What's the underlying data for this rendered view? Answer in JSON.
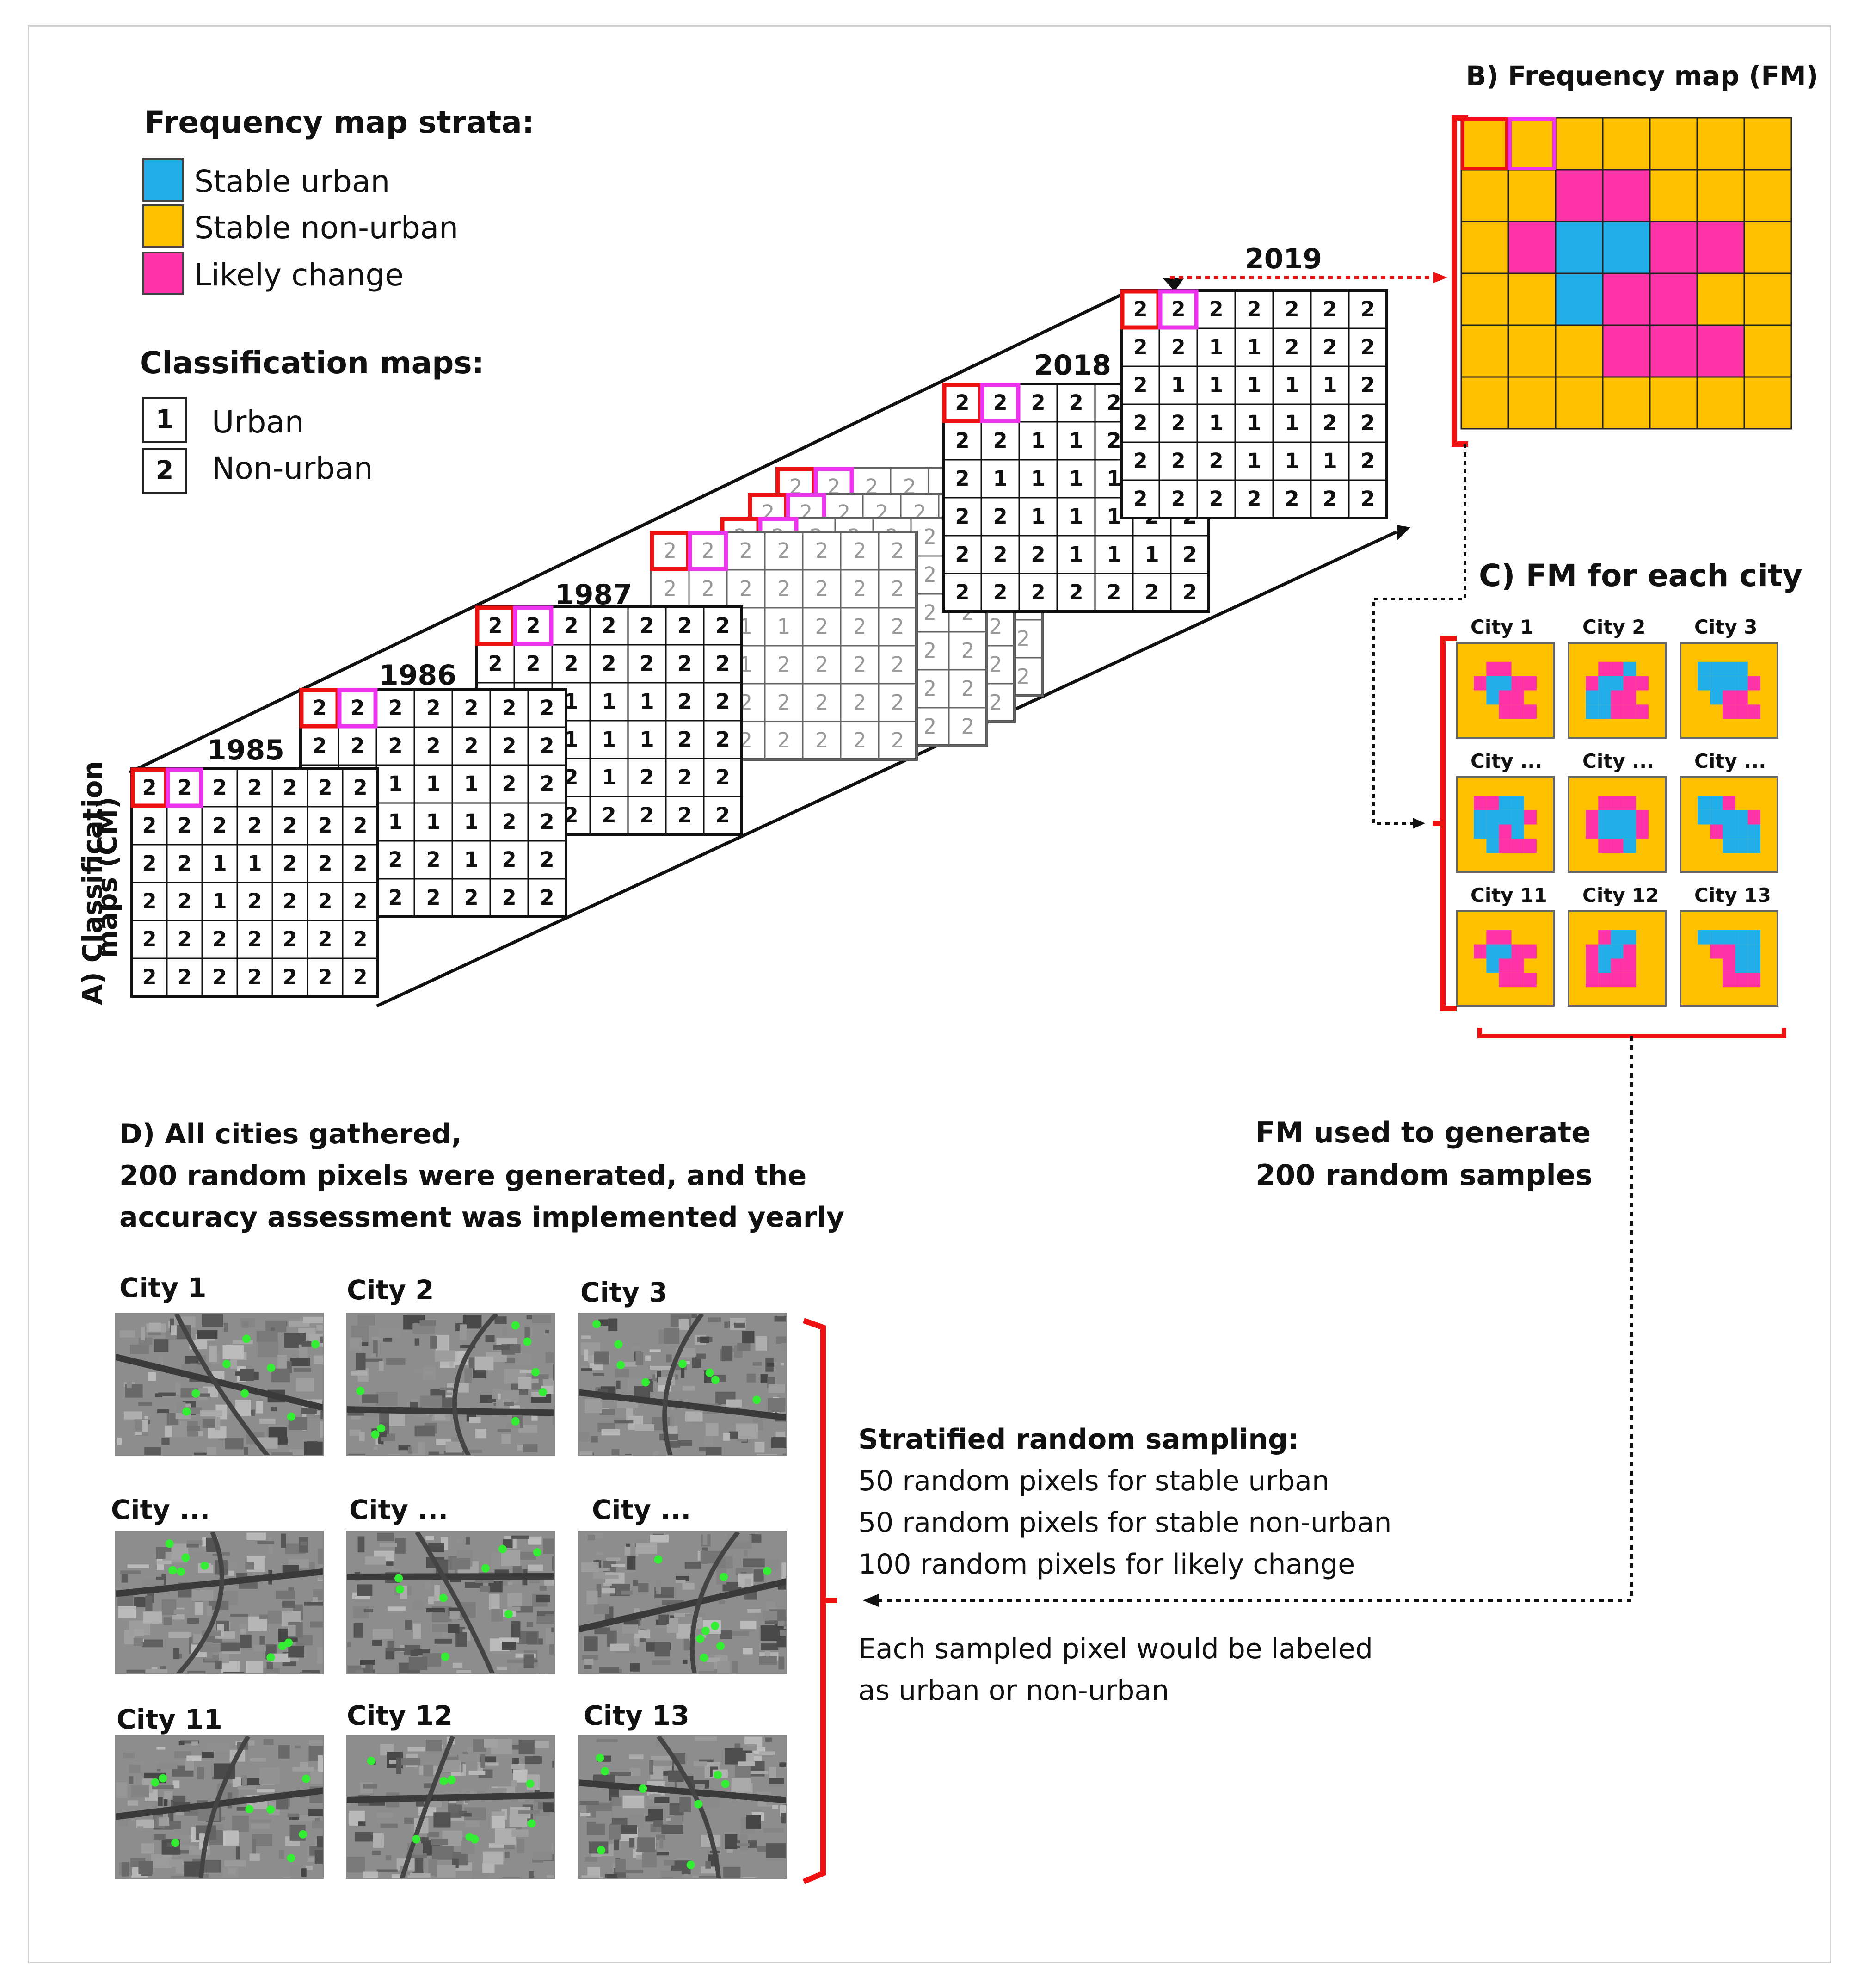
{
  "legend": {
    "strata_title": "Frequency map strata:",
    "strata": [
      {
        "label": "Stable urban",
        "color": "#22aee8"
      },
      {
        "label": "Stable non-urban",
        "color": "#ffc000"
      },
      {
        "label": "Likely change",
        "color": "#ff33a8"
      }
    ],
    "cm_title": "Classification maps:",
    "cm_keys": [
      {
        "value": "1",
        "label": "Urban"
      },
      {
        "value": "2",
        "label": "Non-urban"
      }
    ]
  },
  "panel_a": {
    "label_line1": "A) Classification",
    "label_line2": "maps (CM)",
    "years": [
      "1985",
      "1986",
      "1987",
      "2018",
      "2019"
    ]
  },
  "panel_b": {
    "title": "B) Frequency map (FM)",
    "grid": [
      "YYYYYYY",
      "YYPPYYY",
      "YPBBPPY",
      "YYBPPYY",
      "YYYPPPY",
      "YYYYYYY"
    ]
  },
  "panel_c": {
    "title": "C) FM for each city",
    "cities": [
      "City 1",
      "City 2",
      "City 3",
      "City ...",
      "City ...",
      "City ...",
      "City 11",
      "City 12",
      "City 13"
    ]
  },
  "fm_note": {
    "line1": "FM used to generate",
    "line2": "200 random samples"
  },
  "panel_d": {
    "title_line1": "D) All cities gathered,",
    "title_line2": "200 random pixels were generated, and the",
    "title_line3": "accuracy assessment was implemented yearly",
    "cities": [
      "City 1",
      "City 2",
      "City 3",
      "City ...",
      "City ...",
      "City ...",
      "City 11",
      "City 12",
      "City 13"
    ]
  },
  "sampling": {
    "title": "Stratified random sampling:",
    "line1": "50 random pixels for stable urban",
    "line2": "50 random pixels for stable non-urban",
    "line3": "100 random pixels for likely change",
    "note_line1": "Each sampled pixel would be labeled",
    "note_line2": "as urban or non-urban"
  },
  "colors": {
    "urban": "#22aee8",
    "non_urban": "#ffc000",
    "change": "#ff33a8",
    "bracket": "#ee1111",
    "sample_point": "#33ee33",
    "first_pixel": "#ee1111",
    "second_pixel": "#ee33ee"
  }
}
